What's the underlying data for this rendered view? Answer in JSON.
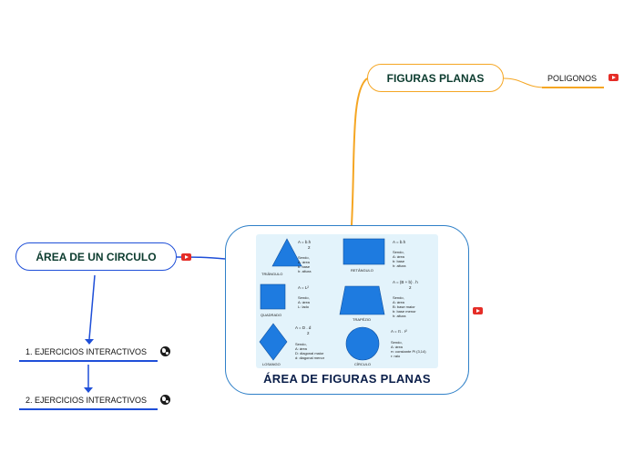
{
  "central": {
    "title": "ÁREA DE FIGURAS PLANAS",
    "figures": {
      "triangle": {
        "name": "TRIÂNGULO",
        "formula": "A = b.h",
        "formula_den": "2",
        "legend": [
          "Sendo,",
          "A: área",
          "b: base",
          "h: altura"
        ]
      },
      "rectangle": {
        "name": "RETÂNGULO",
        "formula": "A = b.h",
        "legend": [
          "Sendo,",
          "A: área",
          "b: base",
          "h: altura"
        ]
      },
      "square": {
        "name": "QUADRADO",
        "formula": "A = L²",
        "legend": [
          "Sendo,",
          "A: área",
          "L: lado"
        ]
      },
      "trapezoid": {
        "name": "TRAPÉZIO",
        "formula": "A = (B + b) . h",
        "formula_den": "2",
        "legend": [
          "Sendo,",
          "A: área",
          "B: base maior",
          "b: base menor",
          "h: altura"
        ]
      },
      "rhombus": {
        "name": "LOSANGO",
        "formula": "A = D . d",
        "formula_den": "2",
        "legend": [
          "Sendo,",
          "A: área",
          "D: diagonal maior",
          "d: diagonal menor"
        ]
      },
      "circle": {
        "name": "CÍRCULO",
        "formula": "A = π . r²",
        "legend": [
          "Sendo,",
          "A: área",
          "π: constante Pi (3,14)",
          "r: raio"
        ]
      }
    }
  },
  "nodes": {
    "figuras_planas": "FIGURAS PLANAS",
    "poligonos": "POLIGONOS",
    "area_circulo": "ÁREA DE UN CIRCULO",
    "ejercicios_1": "1. EJERCICIOS INTERACTIVOS",
    "ejercicios_2": "2. EJERCICIOS INTERACTIVOS"
  },
  "icons": {
    "video": "youtube-icon",
    "link": "globe-icon"
  },
  "colors": {
    "orange": "#f5a623",
    "blue": "#1f4fd8",
    "central_border": "#2f80c8",
    "shape_fill": "#1e7be0",
    "youtube_red": "#e52d27"
  }
}
